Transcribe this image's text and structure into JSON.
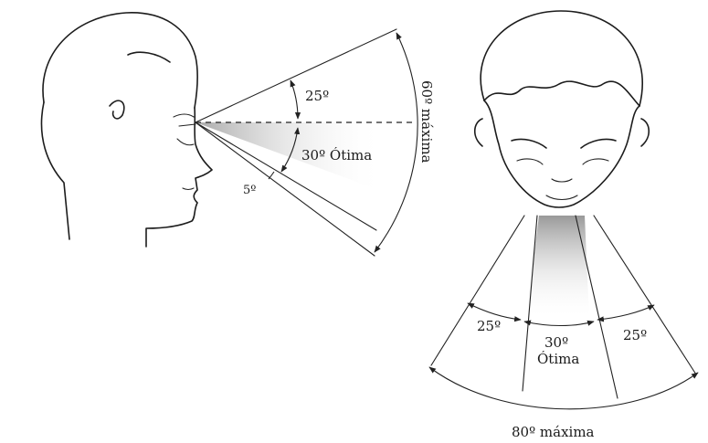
{
  "side_view": {
    "upper_angle": "25º",
    "optimal_angle": "30º Ótima",
    "lower_angle": "5º",
    "max_angle": "60º máxima"
  },
  "front_view": {
    "left_angle": "25º",
    "center_angle": "30º",
    "center_caption": "Ótima",
    "right_angle": "25º",
    "max_angle": "80º máxima"
  }
}
